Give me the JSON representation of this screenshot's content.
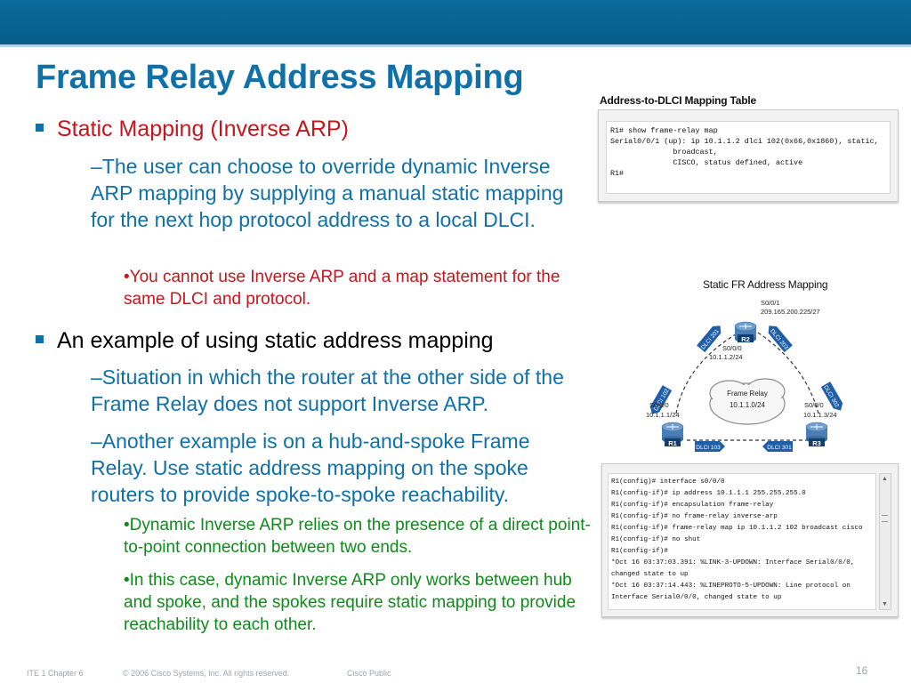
{
  "header": {
    "band_color": "#0a6b9a"
  },
  "title": "Frame Relay Address Mapping",
  "bullets": [
    {
      "text": "Static Mapping (Inverse ARP)",
      "color": "#c4161c",
      "subs": [
        {
          "text": "–The user can choose to override dynamic Inverse ARP mapping by supplying a manual static mapping for the next hop protocol address to a local DLCI."
        }
      ],
      "subsubs": [
        {
          "text": "•You cannot use Inverse ARP and a map statement for the same DLCI and protocol.",
          "color": "#c4161c"
        }
      ]
    },
    {
      "text": "An example of using static address mapping",
      "color": "#000000",
      "subs": [
        {
          "text": "–Situation in which the router at the other side of the Frame Relay does not support Inverse ARP."
        },
        {
          "text": "–Another example is on a hub-and-spoke Frame Relay. Use static address mapping on the spoke routers to provide spoke-to-spoke reachability."
        }
      ],
      "subsubs": [
        {
          "text": "•Dynamic Inverse ARP relies on the presence of a direct point-to-point connection between two ends.",
          "color": "#0f8a1b"
        },
        {
          "text": "•In this case, dynamic Inverse ARP only works between hub and spoke, and the spokes require static mapping to provide reachability to each other.",
          "color": "#0f8a1b"
        }
      ]
    }
  ],
  "mapping_table": {
    "title": "Address-to-DLCI Mapping Table",
    "lines": [
      "R1# show frame-relay map",
      "Serial0/0/1 (up): ip 10.1.1.2 dlci 102(0x66,0x1860), static,",
      "              broadcast,",
      "              CISCO, status defined, active",
      "R1#"
    ]
  },
  "diagram": {
    "title": "Static FR Address Mapping",
    "cloud_label": "Frame Relay",
    "cloud_subnet": "10.1.1.0/24",
    "r2": {
      "name": "R2",
      "iface_top": "S0/0/1",
      "ip_top": "209.165.200.225/27",
      "iface": "S0/0/0",
      "ip": "10.1.1.2/24"
    },
    "r1": {
      "name": "R1",
      "iface": "S0/0/0",
      "ip": "10.1.1.1/24"
    },
    "r3": {
      "name": "R3",
      "iface": "S0/0/0",
      "ip": "10.1.1.3/24"
    },
    "dlci_labels": [
      "DLCI 201",
      "DLCI 203",
      "DLCI 102",
      "DLCI 302",
      "DLCI 103",
      "DLCI 301"
    ]
  },
  "config_terminal": {
    "lines": [
      "R1(config)# interface s0/0/0",
      "R1(config-if)# ip address 10.1.1.1 255.255.255.0",
      "R1(config-if)# encapsulation frame-relay",
      "R1(config-if)# no frame-relay inverse-arp",
      "R1(config-if)# frame-relay map ip 10.1.1.2 102 broadcast cisco",
      "R1(config-if)# no shut",
      "R1(config-if)#",
      "*Oct 16 03:37:03.391: %LINK-3-UPDOWN: Interface Serial0/0/0,",
      "changed state to up",
      "*Oct 16 03:37:14.443: %LINEPROTO-5-UPDOWN: Line protocol on",
      "Interface Serial0/0/0, changed state to up"
    ]
  },
  "footer": {
    "course": "ITE 1 Chapter 6",
    "copyright": "© 2006 Cisco Systems, Inc. All rights reserved.",
    "classification": "Cisco Public",
    "page": "16"
  }
}
